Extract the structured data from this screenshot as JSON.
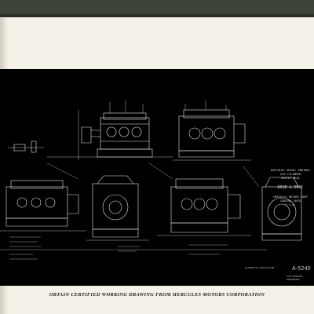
{
  "drawing": {
    "title_lines": [
      "HERCULES DIESEL ENGINES",
      "SIX CYLINDER",
      "SERIES DRXC"
    ],
    "spec_line": "DRXB & DRXC",
    "company_lines": [
      "HERCULES MOTORS CORP",
      "CANTON, OHIO",
      "U.S.A."
    ],
    "drawing_number": "A-5240",
    "drawing_number_sub": "THIS DRAWING SUPERSEDES",
    "application_label": "AUTOMOTIVE APPLICATION"
  },
  "caption": "OBTAIN CERTIFIED WORKING DRAWING FROM HERCULES MOTORS CORPORATION",
  "colors": {
    "print_background": "#000000",
    "line_work": "#e6e6e6",
    "paper": "#f4f1e8"
  }
}
